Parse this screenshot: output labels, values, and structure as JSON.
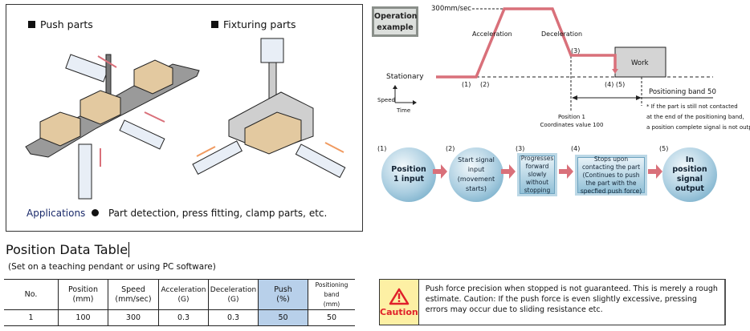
{
  "applications": {
    "push_title": "Push parts",
    "fixture_title": "Fixturing parts",
    "label": "Applications",
    "text": "Part detection, press fitting, clamp parts, etc."
  },
  "operation": {
    "badge": "Operation example",
    "speed_label": "300mm/sec",
    "acceleration": "Acceleration",
    "deceleration": "Deceleration",
    "stationary": "Stationary",
    "work": "Work",
    "marks": [
      "(1)",
      "(2)",
      "(3)",
      "(4) (5)"
    ],
    "axis_speed": "Speed",
    "axis_time": "Time",
    "position_line1": "Position 1",
    "position_line2": "Coordinates value 100",
    "band": "Positioning band 50",
    "note": [
      "* If the part is still not contacted",
      "at the end of the positioning band,",
      "a position complete signal is not output"
    ],
    "profile_color": "#d9707a"
  },
  "flow": [
    {
      "num": "(1)",
      "text": "Position 1 input"
    },
    {
      "num": "(2)",
      "text": "Start signal input (movement starts)"
    },
    {
      "num": "(3)",
      "text": "Progresses forward slowly without stopping"
    },
    {
      "num": "(4)",
      "text": "Stops upon contacting the part (Continues to push the part with the specfied push force)"
    },
    {
      "num": "(5)",
      "text": "In position signal output"
    }
  ],
  "table": {
    "title": "Position Data Table",
    "subtitle": "(Set on a teaching pendant or using PC software)",
    "headers": [
      [
        "No.",
        ""
      ],
      [
        "Position",
        "(mm)"
      ],
      [
        "Speed",
        "(mm/sec)"
      ],
      [
        "Acceleration",
        "(G)"
      ],
      [
        "Deceleration",
        "(G)"
      ],
      [
        "Push",
        "(%)"
      ],
      [
        "Positioning band",
        "(mm)"
      ]
    ],
    "rows": [
      [
        "1",
        "100",
        "300",
        "0.3",
        "0.3",
        "50",
        "50"
      ]
    ],
    "highlight_color": "#b8d0ea"
  },
  "caution": {
    "label": "Caution",
    "icon": "warning-triangle-icon",
    "text": "Push force precision when stopped is not guaranteed. This is merely a rough estimate. Caution: If the push force is even slightly excessive, pressing errors may occur due to sliding resistance etc."
  }
}
